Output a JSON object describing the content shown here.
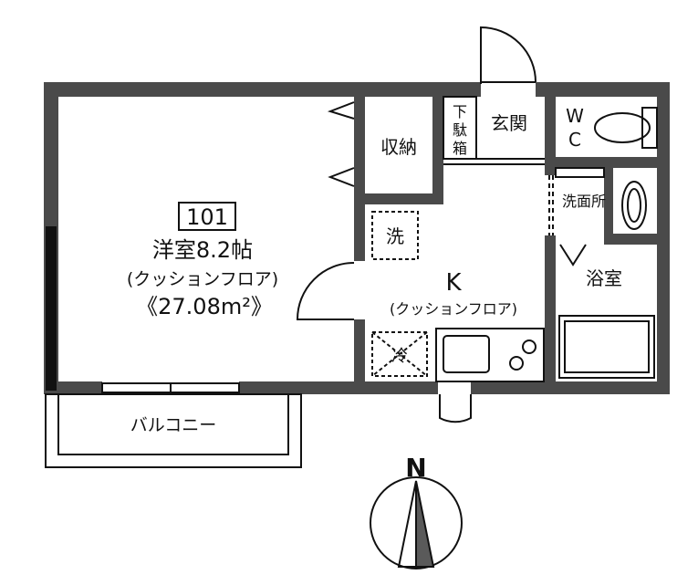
{
  "colors": {
    "wall": "#4a4a4a",
    "line": "#111111",
    "compass_fill": "#5a5a5a"
  },
  "unit": {
    "number": "101"
  },
  "rooms": {
    "western": {
      "name": "洋室8.2帖",
      "floor": "(クッションフロア)",
      "area": "《27.08m²》"
    },
    "storage": {
      "name": "収納"
    },
    "shoe_box": {
      "line1": "下",
      "line2": "駄",
      "line3": "箱"
    },
    "entrance": {
      "name": "玄関"
    },
    "wc": {
      "line1": "W",
      "line2": "C"
    },
    "washroom": {
      "name": "洗面所"
    },
    "bathroom": {
      "name": "浴室"
    },
    "kitchen": {
      "name": "K",
      "floor": "(クッションフロア)"
    },
    "washer": {
      "name": "洗"
    },
    "fridge": {
      "name": "冷"
    },
    "balcony": {
      "name": "バルコニー"
    }
  },
  "compass": {
    "label": "N"
  }
}
